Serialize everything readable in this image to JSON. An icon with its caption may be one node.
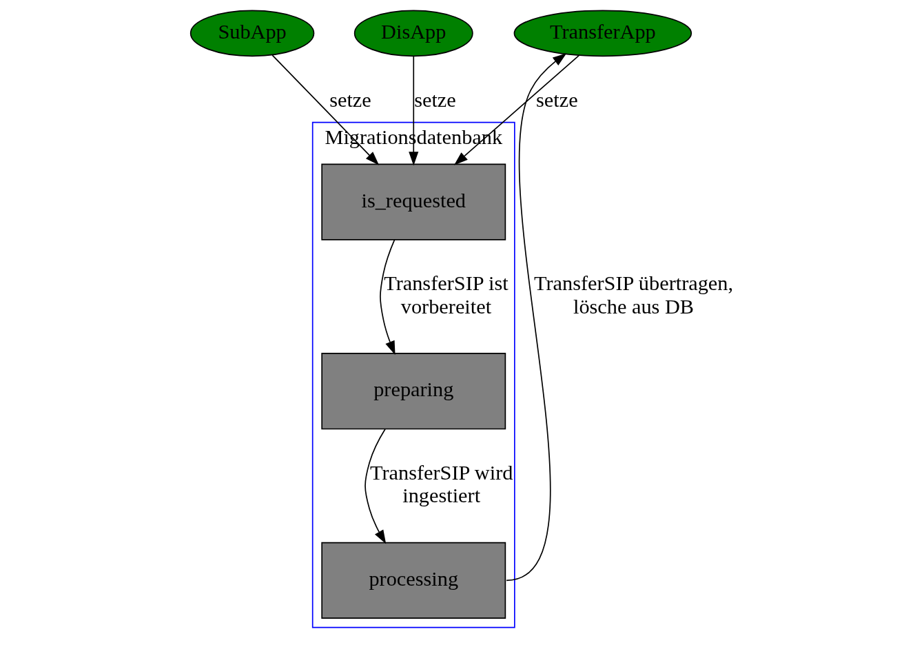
{
  "diagram": {
    "nodes": [
      {
        "text": [
          "SubApp"
        ]
      },
      {
        "text": [
          "DisApp"
        ]
      },
      {
        "text": [
          "TransferApp"
        ]
      },
      {
        "text": [
          "Migrationsdatenbank"
        ]
      },
      {
        "text": [
          "is_requested"
        ],
        "in": 3
      },
      {
        "text": [
          "preparing"
        ],
        "in": 3
      },
      {
        "text": [
          "processing"
        ],
        "in": 3
      }
    ],
    "edges": [
      {
        "from": 0,
        "to": 4,
        "arrow": "to",
        "label": "setze"
      },
      {
        "from": 1,
        "to": 4,
        "arrow": "to",
        "label": "setze"
      },
      {
        "from": 2,
        "to": 4,
        "arrow": "to",
        "label": "setze"
      },
      {
        "from": 4,
        "to": 5,
        "arrow": "to",
        "label": "TransferSIP ist vorbereitet"
      },
      {
        "from": 5,
        "to": 6,
        "arrow": "to",
        "label": "TransferSIP wird ingestiert"
      },
      {
        "from": 6,
        "to": 2,
        "arrow": "to",
        "label": "TransferSIP übertragen, lösche aus DB"
      }
    ]
  }
}
